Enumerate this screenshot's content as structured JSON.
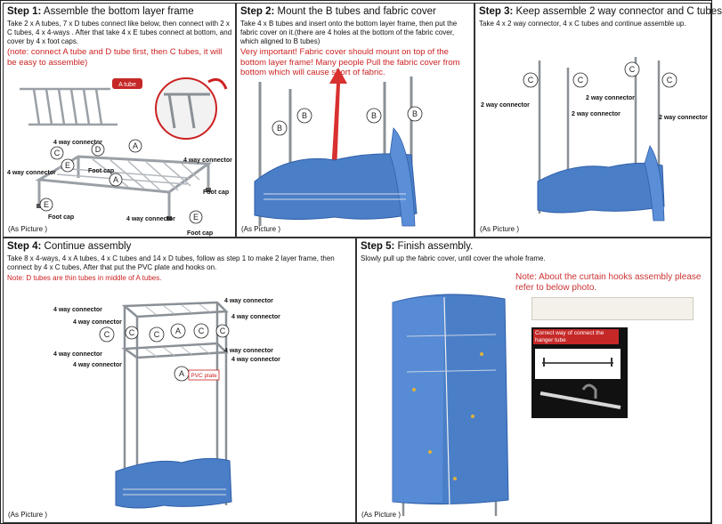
{
  "step1": {
    "title": "Step 1:",
    "title_rest": " Assemble the bottom layer frame",
    "desc": "Take 2 x A tubes, 7 x D tubes connect like below, then connect with 2 x C tubes, 4 x 4-ways . After that take 4 x E tubes connect at bottom, and cover by 4 x foot caps.",
    "note": "(note: connect A tube and D tube first, then C tubes, it will be easy to assemble)",
    "a_tube_label": "A tube",
    "labels": {
      "four_way_top": "4 way connector",
      "four_way_left": "4 way connector",
      "four_way_right": "4 way connector",
      "four_way_bottom": "4 way connector",
      "foot_cap_1": "Foot cap",
      "foot_cap_2": "Foot cap",
      "foot_cap_3": "Foot cap",
      "foot_cap_4": "Foot cap"
    },
    "letters": {
      "c1": "C",
      "d": "D",
      "a1": "A",
      "a2": "A",
      "e1": "E",
      "e2": "E",
      "e3": "E"
    },
    "as_picture": "(As Picture )"
  },
  "step2": {
    "title": "Step 2:",
    "title_rest": " Mount the B tubes and fabric cover",
    "desc": "Take 4 x B tubes and insert onto the bottom layer frame, then put the fabric cover on it.(there are 4 holes at the bottom of the fabric cover, which aligned to B tubes)",
    "note": "Very important! Fabric cover should mount on top of the bottom layer frame! Many people Pull the fabric cover from bottom which will cause short of fabric.",
    "letters": {
      "b1": "B",
      "b2": "B",
      "b3": "B",
      "b4": "B"
    },
    "as_picture": "(As Picture )"
  },
  "step3": {
    "title": "Step 3:",
    "title_rest": " Keep assemble 2 way connector and C tubes",
    "desc": "Take 4 x 2 way connector, 4 x C tubes and continue assemble up.",
    "labels": {
      "two_way_1": "2 way connector",
      "two_way_2": "2 way connector",
      "two_way_3": "2 way connector",
      "two_way_4": "2 way connector"
    },
    "letters": {
      "c1": "C",
      "c2": "C",
      "c3": "C",
      "c4": "C"
    },
    "as_picture": "(As Picture )"
  },
  "step4": {
    "title": "Step 4:",
    "title_rest": " Continue assembly",
    "desc": "Take 8 x 4-ways, 4 x A tubes, 4 x C tubes and 14 x D tubes, follow as step 1 to make 2 layer frame, then connect by 4 x C tubes, After that put the PVC plate and hooks on.",
    "note": "Note: D tubes are thin tubes in middle of A tubes.",
    "labels": {
      "l1": "4 way connector",
      "l2": "4 way connector",
      "l3": "4 way connector",
      "l4": "4 way connector",
      "r1": "4 way connector",
      "r2": "4 way connector",
      "r3": "4 way connector",
      "r4": "4 way connector"
    },
    "letters": {
      "c1": "C",
      "c2": "C",
      "c3": "C",
      "c4": "C",
      "c5": "C",
      "a1": "A",
      "a2": "A"
    },
    "pvc": "PVC plate",
    "as_picture": "(As Picture )"
  },
  "step5": {
    "title": "Step 5:",
    "title_rest": " Finish assembly.",
    "desc": "Slowly pull up the fabric cover, until cover the whole frame.",
    "note": "Note: About the curtain hooks assembly please refer to below photo.",
    "hook_caption": "Correct way of connect the hanger tube",
    "as_picture": "(As Picture )"
  },
  "colors": {
    "accent_red": "#cc2222",
    "fabric_blue": "#4a7fc8",
    "frame_silver": "#9aa0a6"
  }
}
